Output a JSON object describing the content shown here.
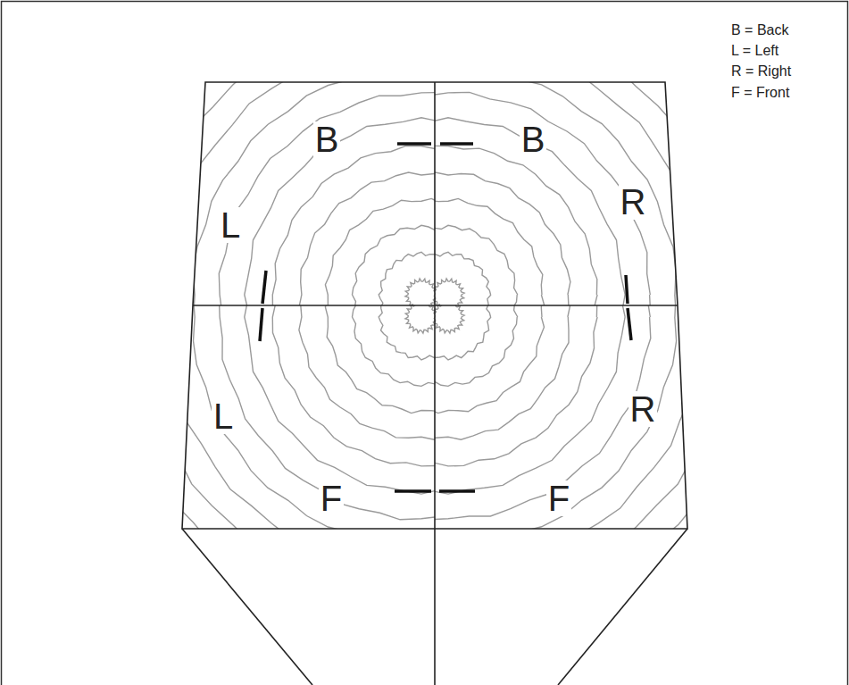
{
  "diagram": {
    "labels": [
      "B",
      "B",
      "L",
      "R",
      "L",
      "R",
      "F",
      "F"
    ],
    "legend": [
      {
        "text": "B = Back"
      },
      {
        "text": "L = Left"
      },
      {
        "text": "R = Right"
      },
      {
        "text": "F = Front"
      }
    ]
  }
}
